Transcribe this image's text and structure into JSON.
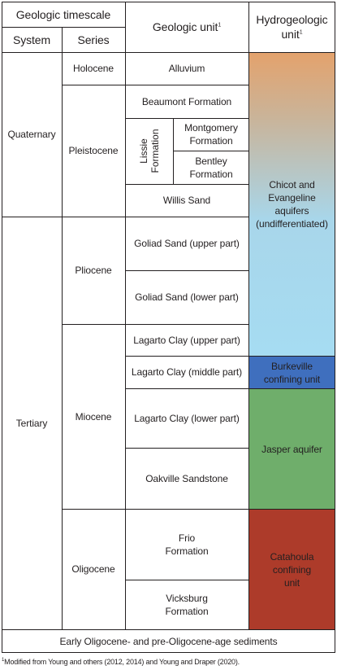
{
  "header": {
    "timescale": "Geologic timescale",
    "system": "System",
    "series": "Series",
    "unit": "Geologic unit",
    "unit_sup": "1",
    "hydro_line1": "Hydrogeologic",
    "hydro_line2": "unit",
    "hydro_sup": "1"
  },
  "systems": [
    "Quaternary",
    "Tertiary"
  ],
  "series": [
    "Holocene",
    "Pleistocene",
    "Pliocene",
    "Miocene",
    "Oligocene"
  ],
  "units": {
    "alluvium": "Alluvium",
    "beaumont": "Beaumont Formation",
    "lissie": "Lissie Formation",
    "montgomery": "Montgomery Formation",
    "bentley": "Bentley Formation",
    "willis": "Willis Sand",
    "goliad_upper": "Goliad Sand (upper part)",
    "goliad_lower": "Goliad Sand (lower part)",
    "lagarto_upper": "Lagarto Clay (upper part)",
    "lagarto_middle": "Lagarto Clay (middle part)",
    "lagarto_lower": "Lagarto Clay (lower part)",
    "oakville": "Oakville Sandstone",
    "frio": "Frio Formation",
    "vicksburg": "Vicksburg Formation"
  },
  "hydro_units": {
    "chicot": "Chicot and Evangeline aquifers (undifferentiated)",
    "burkeville": "Burkeville confining unit",
    "jasper": "Jasper aquifer",
    "catahoula": "Catahoula confining unit"
  },
  "bottom_row": "Early Oligocene- and pre-Oligocene-age sediments",
  "footnote": {
    "sup": "1",
    "text": "Modified from Young and others (2012, 2014) and Young and Draper (2020)."
  },
  "colors": {
    "chicot_top": "#e4a26c",
    "chicot_bottom": "#a6dcf2",
    "burkeville": "#3f6fbe",
    "jasper": "#6fae6b",
    "catahoula": "#ad3b2a",
    "lines": "#231f20"
  }
}
